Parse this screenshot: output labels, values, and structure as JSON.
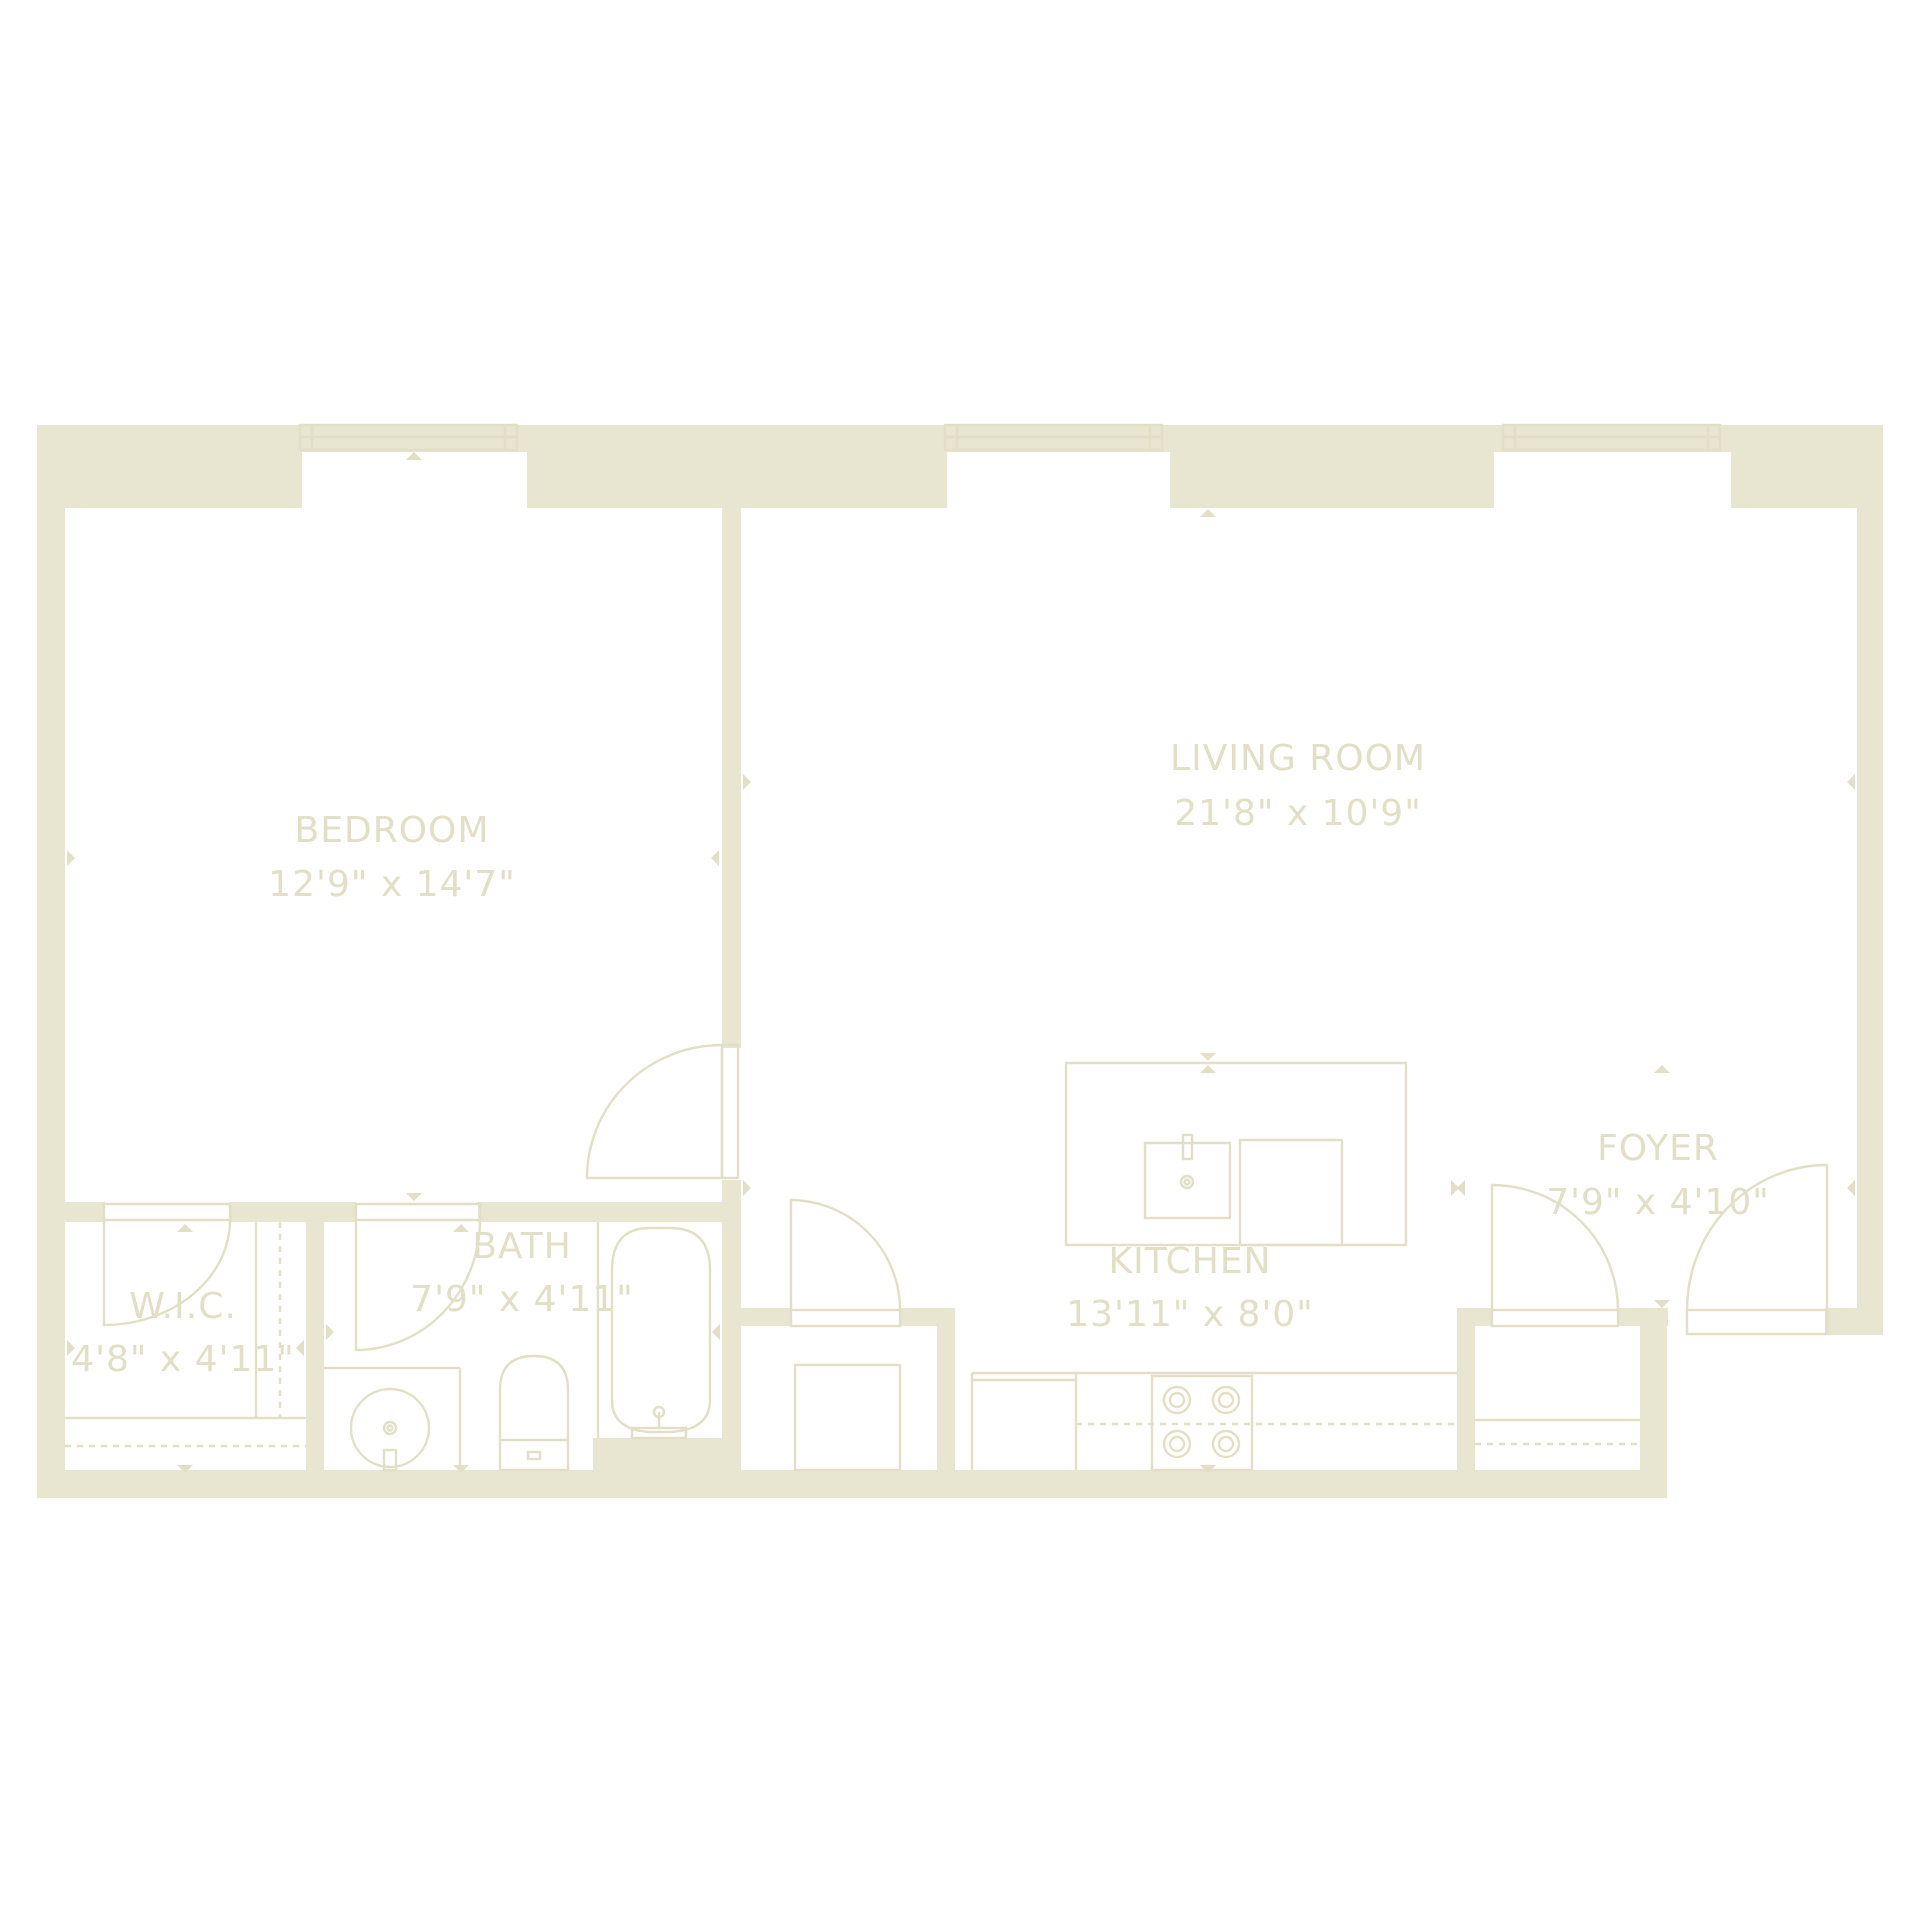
{
  "colors": {
    "wall": "#e8e5d0",
    "line": "#e2dfc6",
    "text": "#e2dfc6",
    "background": "#ffffff"
  },
  "rooms": {
    "bedroom": {
      "name": "BEDROOM",
      "dimensions": "12'9\" x 14'7\""
    },
    "living_room": {
      "name": "LIVING ROOM",
      "dimensions": "21'8\" x 10'9\""
    },
    "kitchen": {
      "name": "KITCHEN",
      "dimensions": "13'11\" x 8'0\""
    },
    "foyer": {
      "name": "FOYER",
      "dimensions": "7'9\" x 4'10\""
    },
    "bath": {
      "name": "BATH",
      "dimensions": "7'9\" x 4'11\""
    },
    "wic": {
      "name": "W.I.C.",
      "dimensions": "4'8\" x 4'11\""
    }
  }
}
